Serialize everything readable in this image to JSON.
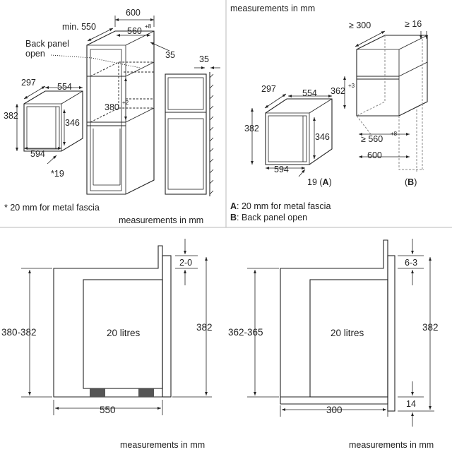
{
  "panel_tl": {
    "dim_600": "600",
    "dim_min550": "min. 550",
    "dim_560": "560",
    "sup_plus8": "+8",
    "label_back_panel_line1": "Back panel",
    "label_back_panel_line2": "open",
    "dim_35_a": "35",
    "dim_35_b": "35",
    "dim_297": "297",
    "dim_554": "554",
    "dim_380": "380",
    "sup_plus2": "+2",
    "dim_382": "382",
    "dim_346": "346",
    "dim_594": "594",
    "dim_star19": "*19",
    "footnote": "* 20 mm for metal fascia",
    "measurements": "measurements in mm"
  },
  "panel_tr": {
    "measurements": "measurements in mm",
    "dim_ge300": "≥ 300",
    "dim_ge16": "≥ 16",
    "dim_297": "297",
    "dim_554": "554",
    "dim_362": "362",
    "sup_plus3": "+3",
    "dim_382": "382",
    "dim_346": "346",
    "dim_ge560": "≥ 560",
    "sup_plus8": "+8",
    "dim_600": "600",
    "dim_594": "594",
    "dim_19": "19 (",
    "label_A": "A",
    "paren_close": ")",
    "label_B_open": "(",
    "label_B": "B",
    "label_B_close": ")",
    "legend_A_key": "A",
    "legend_A_text": ": 20 mm for metal fascia",
    "legend_B_key": "B",
    "legend_B_text": ": Back panel open"
  },
  "panel_bl": {
    "dim_2_0": "2-0",
    "dim_380_382": "380-382",
    "capacity": "20 litres",
    "dim_382": "382",
    "dim_550": "550",
    "measurements": "measurements in mm"
  },
  "panel_br": {
    "dim_6_3": "6-3",
    "dim_362_365": "362-365",
    "capacity": "20 litres",
    "dim_382": "382",
    "dim_300": "300",
    "dim_14": "14",
    "measurements": "measurements in mm"
  }
}
